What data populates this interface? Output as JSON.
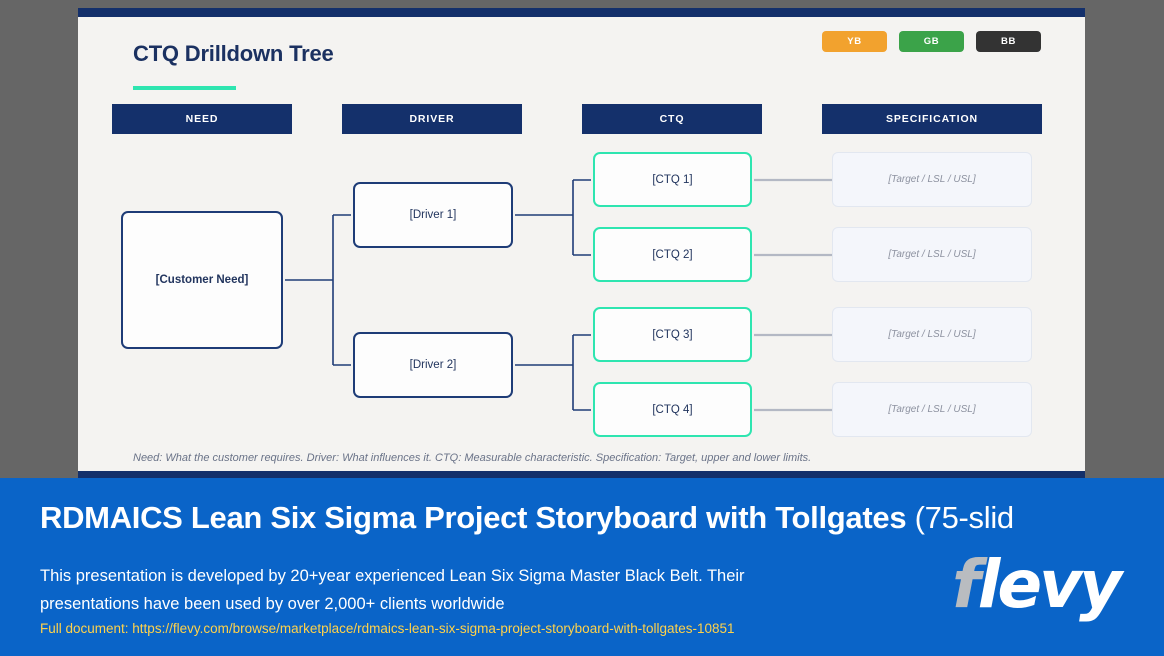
{
  "slide": {
    "title": "CTQ Drilldown Tree",
    "badges": [
      {
        "label": "YB",
        "color": "#f2a22e"
      },
      {
        "label": "GB",
        "color": "#3ba349"
      },
      {
        "label": "BB",
        "color": "#333333"
      }
    ],
    "columns": [
      {
        "label": "NEED"
      },
      {
        "label": "DRIVER"
      },
      {
        "label": "CTQ"
      },
      {
        "label": "SPECIFICATION"
      }
    ],
    "nodes": {
      "need": "[Customer Need]",
      "drivers": [
        "[Driver 1]",
        "[Driver 2]"
      ],
      "ctqs": [
        "[CTQ 1]",
        "[CTQ 2]",
        "[CTQ 3]",
        "[CTQ 4]"
      ],
      "specs": [
        "[Target / LSL / USL]",
        "[Target / LSL / USL]",
        "[Target / LSL / USL]",
        "[Target / LSL / USL]"
      ]
    },
    "footnote": "Need: What the customer requires. Driver: What influences it. CTQ: Measurable characteristic. Specification: Target, upper and lower limits.",
    "accent_color": "#2ee5b0",
    "navy_color": "#14306b"
  },
  "banner": {
    "title_strong": "RDMAICS Lean Six Sigma Project Storyboard with Tollgates",
    "title_light": "(75-slid",
    "body": "This presentation is developed by  20+year experienced Lean Six Sigma Master Black Belt. Their presentations have been used by over 2,000+ clients worldwide",
    "link_label": "Full document: ",
    "link_url": "https://flevy.com/browse/marketplace/rdmaics-lean-six-sigma-project-storyboard-with-tollgates-10851",
    "logo_f": "f",
    "logo_rest": "levy",
    "background_color": "#0a64c8",
    "link_color": "#ffd24a"
  }
}
